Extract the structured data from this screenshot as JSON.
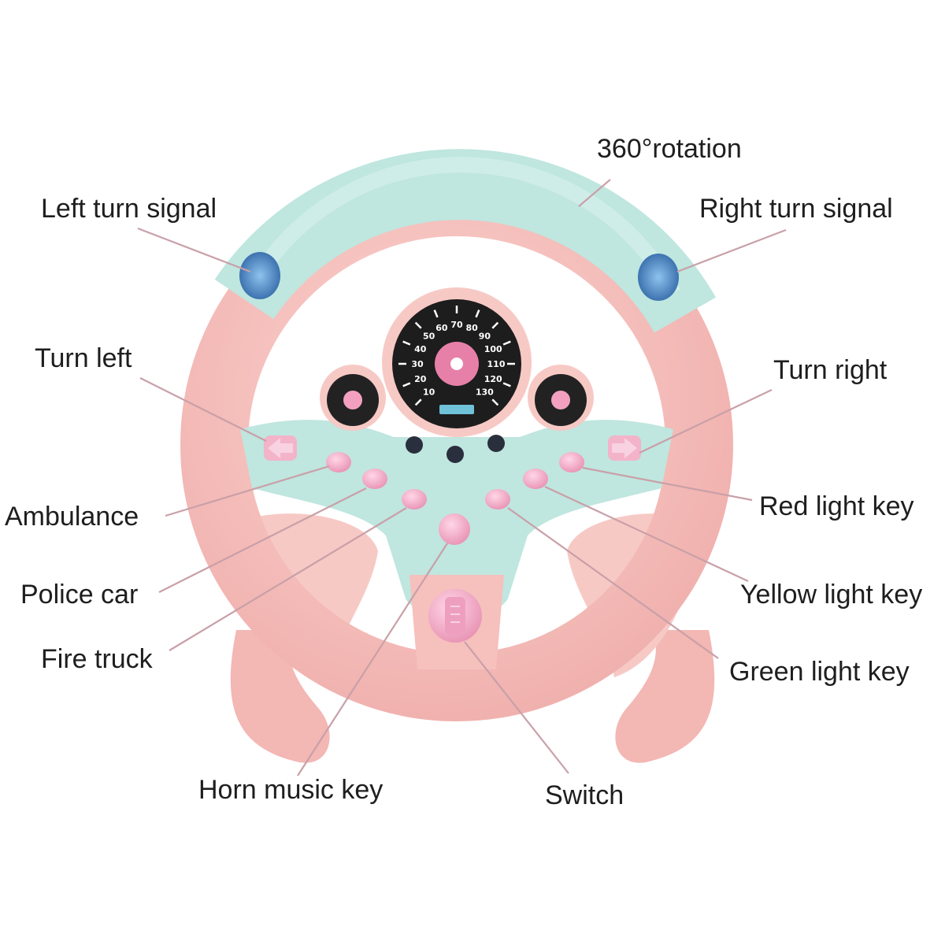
{
  "labels": {
    "rotation": "360°rotation",
    "left_turn_signal": "Left turn signal",
    "right_turn_signal": "Right turn signal",
    "turn_left": "Turn left",
    "turn_right": "Turn right",
    "ambulance": "Ambulance",
    "red_light_key": "Red light key",
    "police_car": "Police car",
    "yellow_light_key": "Yellow light key",
    "fire_truck": "Fire truck",
    "green_light_key": "Green light key",
    "horn_music_key": "Horn music key",
    "switch": "Switch"
  },
  "speedometer": {
    "ticks": [
      "10",
      "20",
      "30",
      "40",
      "50",
      "60",
      "70",
      "80",
      "90",
      "100",
      "110",
      "120",
      "130"
    ]
  },
  "colors": {
    "wheel_pink": "#f6c0bd",
    "wheel_mint": "#bfe6df",
    "button_pink": "#f3b3c9",
    "gauge_dark": "#222222",
    "signal_blue": "#3f7fbf"
  }
}
